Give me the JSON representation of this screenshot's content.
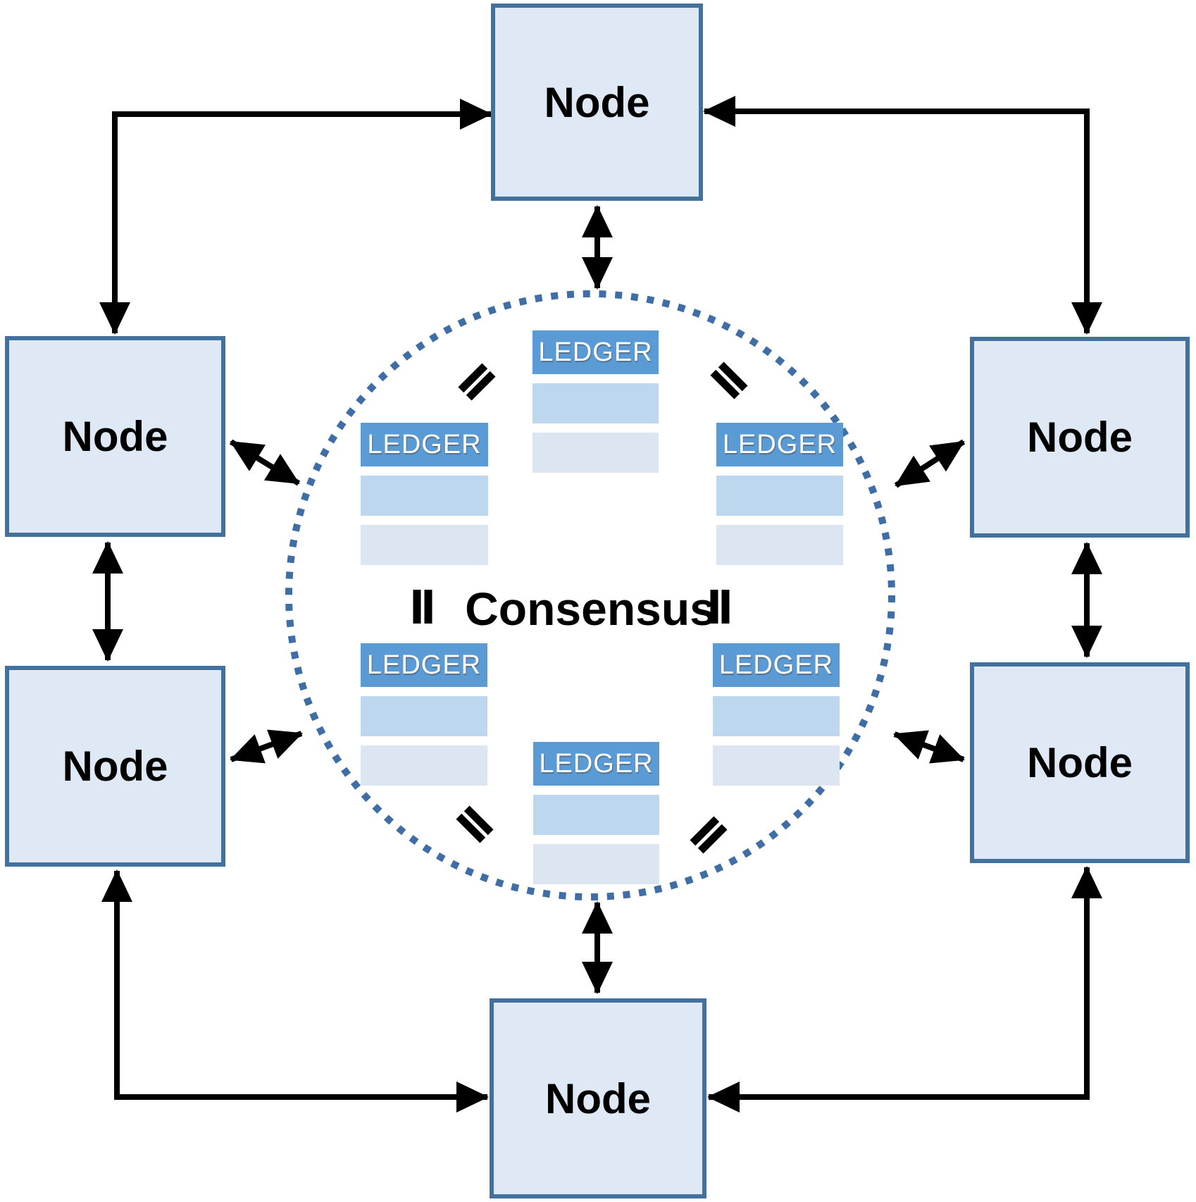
{
  "nodes": {
    "top": {
      "label": "Node"
    },
    "upper_left": {
      "label": "Node"
    },
    "lower_left": {
      "label": "Node"
    },
    "upper_right": {
      "label": "Node"
    },
    "lower_right": {
      "label": "Node"
    },
    "bottom": {
      "label": "Node"
    }
  },
  "center": {
    "label": "Consensus"
  },
  "ledgers": {
    "top": {
      "header": "LEDGER"
    },
    "middle_left": {
      "header": "LEDGER"
    },
    "middle_right": {
      "header": "LEDGER"
    },
    "bottom_left": {
      "header": "LEDGER"
    },
    "bottom_right": {
      "header": "LEDGER"
    },
    "bottom": {
      "header": "LEDGER"
    }
  },
  "symbols": {
    "equals": "="
  },
  "colors": {
    "node_fill": "#dfe9f5",
    "node_border": "#41719c",
    "ledger_header_bg": "#5b9bd5",
    "ledger_row1": "#bdd7ee",
    "ledger_row2": "#dce6f2",
    "circle_dot": "#3e6ea5",
    "arrow": "#000000",
    "node_text": "#000000",
    "ledger_text": "#ffffff",
    "consensus_text": "#000000"
  }
}
